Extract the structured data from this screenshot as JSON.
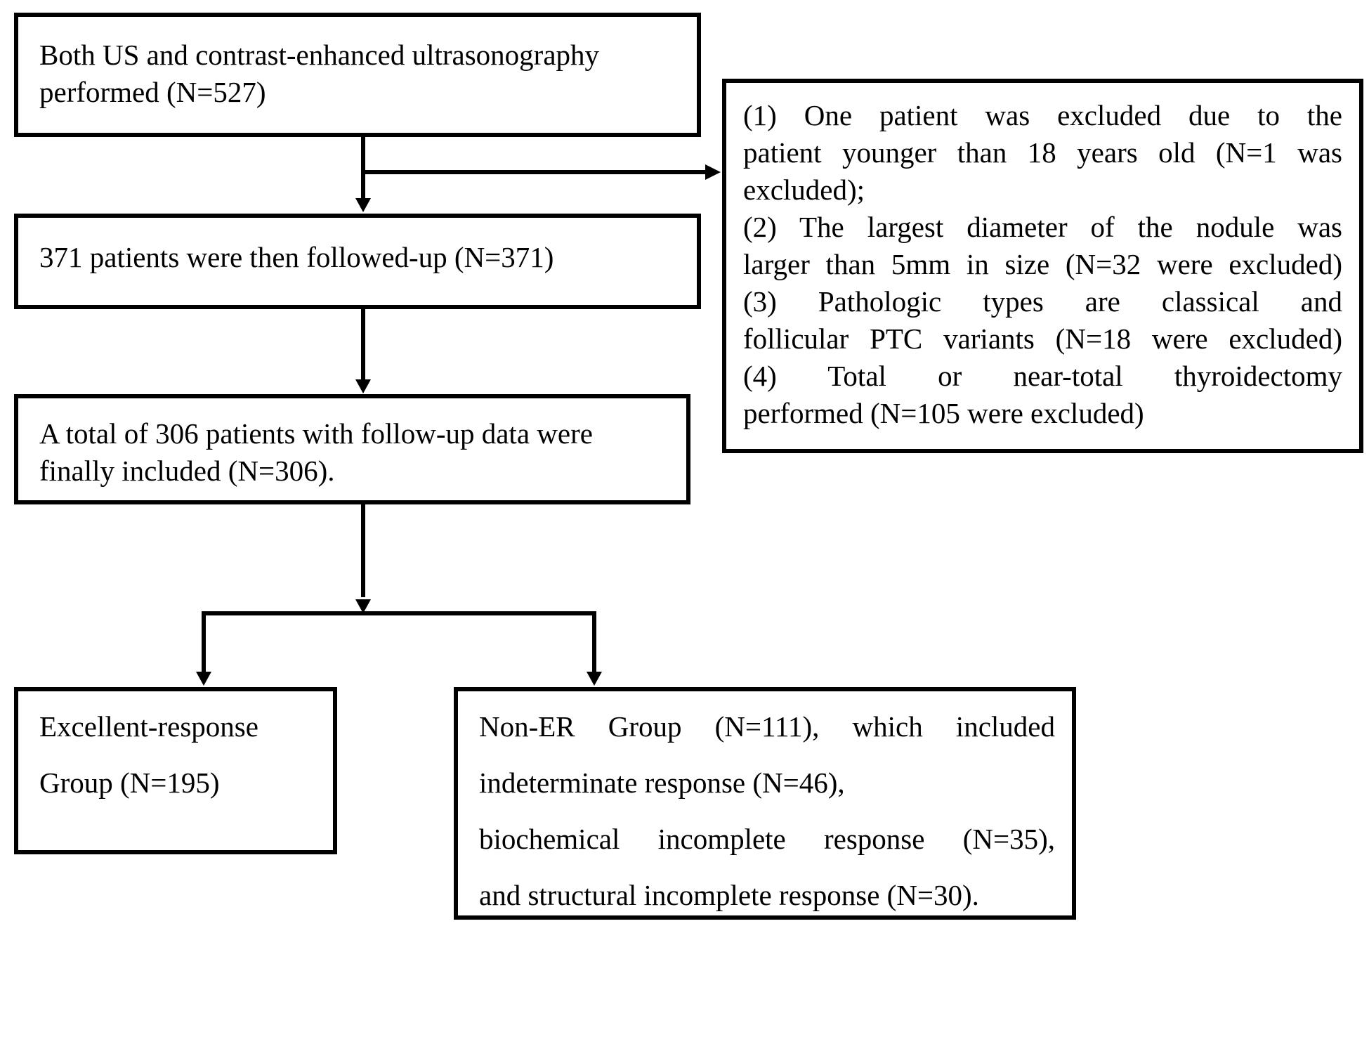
{
  "flowchart": {
    "enrolled": {
      "lines": [
        "Both US and contrast-enhanced ultrasonography",
        "performed (N=527)"
      ]
    },
    "exclusions": {
      "lines": [
        "(1) One patient was excluded due to the",
        "patient younger than 18 years old (N=1 was",
        "excluded);",
        "(2) The largest diameter of the nodule was",
        "larger than 5mm in size (N=32 were excluded)",
        "(3) Pathologic types are classical and",
        "follicular PTC variants (N=18 were excluded)",
        "(4) Total or near-total thyroidectomy",
        "performed (N=105 were excluded)"
      ]
    },
    "followed_up": {
      "lines": [
        "371 patients were then followed-up (N=371)"
      ]
    },
    "included": {
      "lines": [
        "A total of 306 patients with follow-up data were",
        "finally included (N=306)."
      ]
    },
    "excellent_response": {
      "lines": [
        "Excellent-response",
        "Group (N=195)"
      ]
    },
    "non_er": {
      "lines": [
        "Non-ER Group (N=111), which included",
        "indeterminate response (N=46),",
        "biochemical incomplete response (N=35),",
        "and structural incomplete response (N=30)."
      ]
    }
  }
}
